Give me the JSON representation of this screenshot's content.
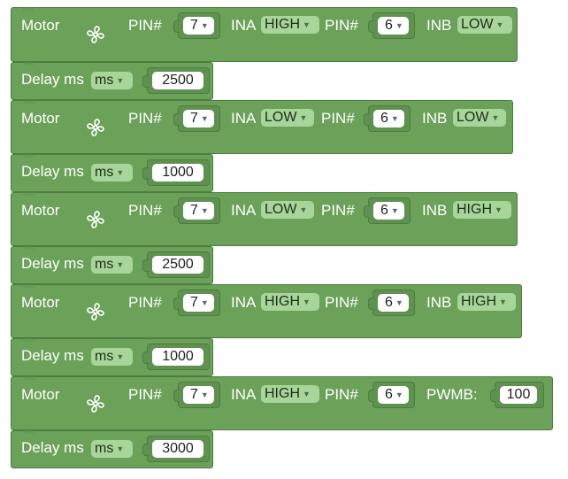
{
  "common": {
    "motor_label": "Motor",
    "pin_label": "PIN#",
    "ina_label": "INA",
    "inb_label": "INB",
    "pwmb_label": "PWMB:",
    "delay_label": "Delay ms",
    "delay_unit": "ms",
    "caret": "▼"
  },
  "blocks": {
    "motor1": {
      "pin_a": "7",
      "ina": "HIGH",
      "pin_b": "6",
      "inb": "LOW"
    },
    "delay1": {
      "value": "2500"
    },
    "motor2": {
      "pin_a": "7",
      "ina": "LOW",
      "pin_b": "6",
      "inb": "LOW"
    },
    "delay2": {
      "value": "1000"
    },
    "motor3": {
      "pin_a": "7",
      "ina": "LOW",
      "pin_b": "6",
      "inb": "HIGH"
    },
    "delay3": {
      "value": "2500"
    },
    "motor4": {
      "pin_a": "7",
      "ina": "HIGH",
      "pin_b": "6",
      "inb": "HIGH"
    },
    "delay4": {
      "value": "1000"
    },
    "motor5": {
      "pin_a": "7",
      "ina": "HIGH",
      "pin_b": "6",
      "pwmb": "100"
    },
    "delay5": {
      "value": "3000"
    }
  },
  "colors": {
    "block": "#6ca15a",
    "dropdown": "#a7d59a",
    "field": "#ffffff"
  },
  "icons": {
    "motor": "fan-icon",
    "dropdown": "caret-down-icon"
  }
}
